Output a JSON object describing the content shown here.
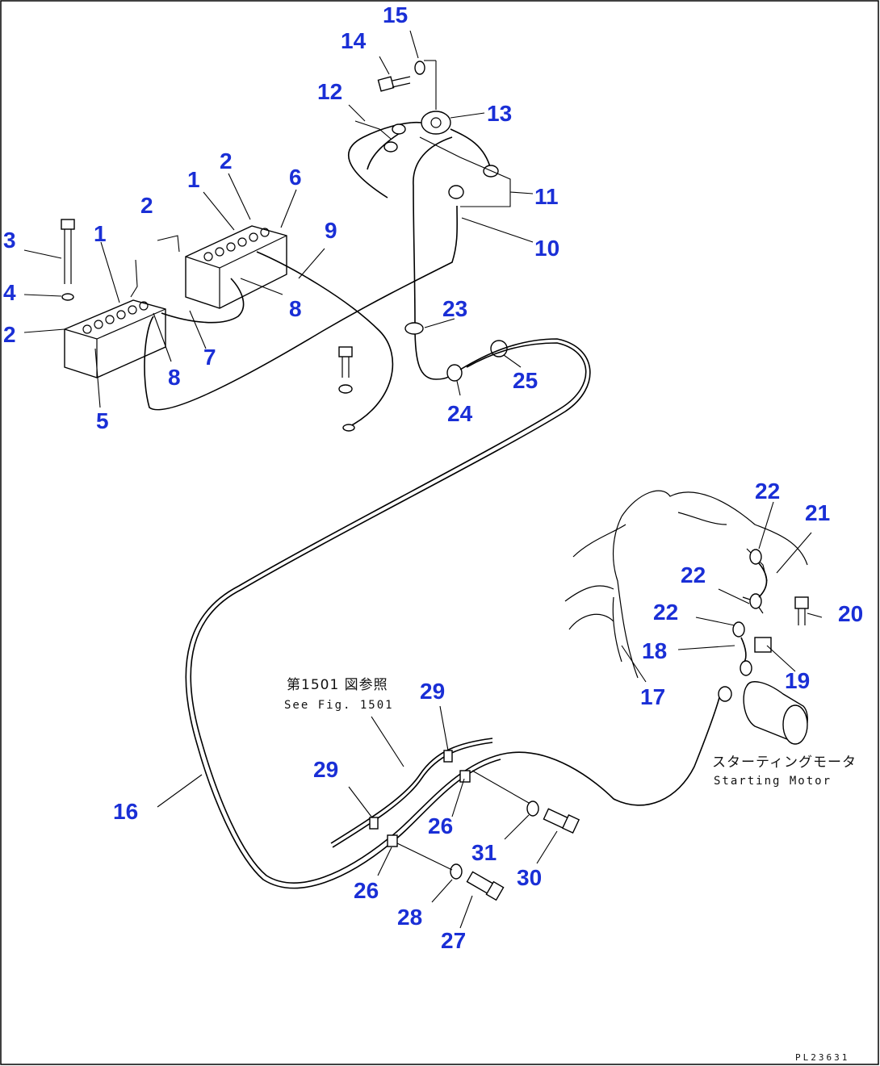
{
  "callouts": [
    {
      "id": "c15",
      "text": "15"
    },
    {
      "id": "c14",
      "text": "14"
    },
    {
      "id": "c12",
      "text": "12"
    },
    {
      "id": "c13",
      "text": "13"
    },
    {
      "id": "c2a",
      "text": "2"
    },
    {
      "id": "c1a",
      "text": "1"
    },
    {
      "id": "c6",
      "text": "6"
    },
    {
      "id": "c2b",
      "text": "2"
    },
    {
      "id": "c9",
      "text": "9"
    },
    {
      "id": "c11",
      "text": "11"
    },
    {
      "id": "c3",
      "text": "3"
    },
    {
      "id": "c1b",
      "text": "1"
    },
    {
      "id": "c10",
      "text": "10"
    },
    {
      "id": "c4",
      "text": "4"
    },
    {
      "id": "c8a",
      "text": "8"
    },
    {
      "id": "c2c",
      "text": "2"
    },
    {
      "id": "c23",
      "text": "23"
    },
    {
      "id": "c7",
      "text": "7"
    },
    {
      "id": "c8b",
      "text": "8"
    },
    {
      "id": "c25",
      "text": "25"
    },
    {
      "id": "c5",
      "text": "5"
    },
    {
      "id": "c24",
      "text": "24"
    },
    {
      "id": "c22a",
      "text": "22"
    },
    {
      "id": "c21",
      "text": "21"
    },
    {
      "id": "c22b",
      "text": "22"
    },
    {
      "id": "c22c",
      "text": "22"
    },
    {
      "id": "c20",
      "text": "20"
    },
    {
      "id": "c18",
      "text": "18"
    },
    {
      "id": "c19",
      "text": "19"
    },
    {
      "id": "c17",
      "text": "17"
    },
    {
      "id": "c29a",
      "text": "29"
    },
    {
      "id": "c29b",
      "text": "29"
    },
    {
      "id": "c16",
      "text": "16"
    },
    {
      "id": "c26a",
      "text": "26"
    },
    {
      "id": "c31",
      "text": "31"
    },
    {
      "id": "c30",
      "text": "30"
    },
    {
      "id": "c26b",
      "text": "26"
    },
    {
      "id": "c28",
      "text": "28"
    },
    {
      "id": "c27",
      "text": "27"
    }
  ],
  "notes": {
    "see_fig_jp": "第1501 図参照",
    "see_fig_en": "See Fig. 1501",
    "starting_motor_jp": "スターティングモータ",
    "starting_motor_en": "Starting Motor"
  },
  "drawing_ref": "PL23631",
  "colors": {
    "callout": "#1a2fd6",
    "line": "#000000",
    "background": "#ffffff"
  }
}
